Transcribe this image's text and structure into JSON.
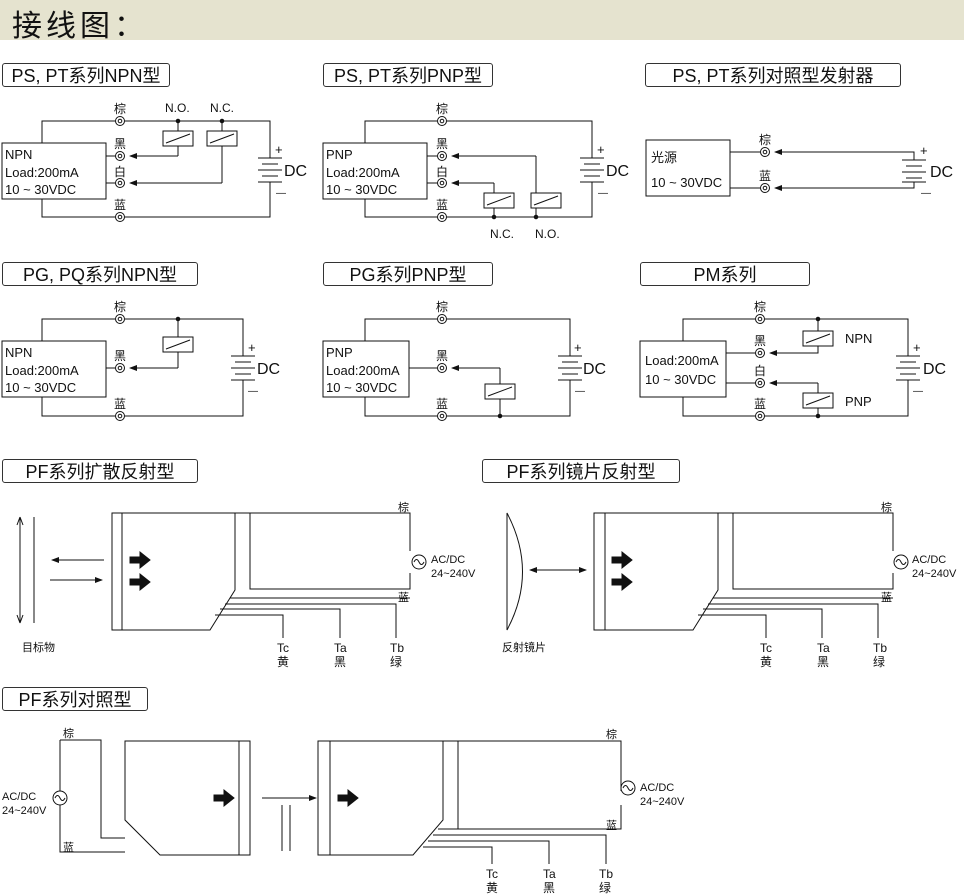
{
  "header": {
    "title": "接线图："
  },
  "sections": {
    "ps_npn": {
      "title": "PS, PT系列NPN型"
    },
    "ps_pnp": {
      "title": "PS, PT系列PNP型"
    },
    "ps_emitter": {
      "title": "PS, PT系列对照型发射器"
    },
    "pg_npn": {
      "title": "PG, PQ系列NPN型"
    },
    "pg_pnp": {
      "title": "PG系列PNP型"
    },
    "pm": {
      "title": "PM系列"
    },
    "pf_diffuse": {
      "title": "PF系列扩散反射型"
    },
    "pf_mirror": {
      "title": "PF系列镜片反射型"
    },
    "pf_thru": {
      "title": "PF系列对照型"
    }
  },
  "labels": {
    "brown": "棕",
    "black": "黑",
    "white": "白",
    "blue": "蓝",
    "yellow": "黄",
    "green": "绿",
    "npn": "NPN",
    "pnp": "PNP",
    "load": "Load:200mA",
    "voltage": "10 ~ 30VDC",
    "dc": "DC",
    "plus": "+",
    "minus": "—",
    "no": "N.O.",
    "nc": "N.C.",
    "light_source": "光源",
    "acdc": "AC/DC",
    "acdc_range": "24~240V",
    "tc": "Tc",
    "ta": "Ta",
    "tb": "Tb",
    "target": "目标物",
    "mirror": "反射镜片"
  },
  "colors": {
    "header_bg": "#e5e3cf",
    "line": "#111111"
  }
}
